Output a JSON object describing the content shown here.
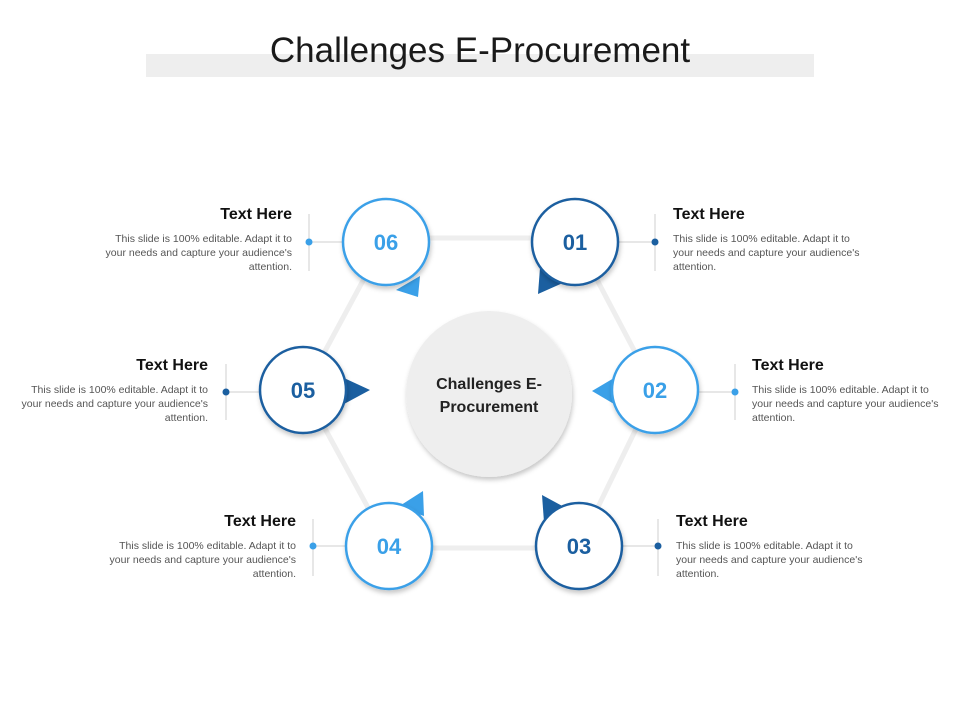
{
  "title": "Challenges E-Procurement",
  "center": {
    "line1": "Challenges E-",
    "line2": "Procurement"
  },
  "colors": {
    "dark": "#1b5fa0",
    "light": "#3aa0e8",
    "hex": "#eeeeee"
  },
  "steps": [
    {
      "number": "01",
      "heading": "Text Here",
      "body": "This slide is 100% editable. Adapt it to your needs and capture your audience's attention."
    },
    {
      "number": "02",
      "heading": "Text Here",
      "body": "This slide is 100% editable. Adapt it to your needs and capture your audience's attention."
    },
    {
      "number": "03",
      "heading": "Text Here",
      "body": "This slide is 100% editable. Adapt it to your needs and capture your audience's attention."
    },
    {
      "number": "04",
      "heading": "Text Here",
      "body": "This slide is 100% editable. Adapt it to your needs and capture your audience's attention."
    },
    {
      "number": "05",
      "heading": "Text Here",
      "body": "This slide is 100% editable. Adapt it to your needs and capture your audience's attention."
    },
    {
      "number": "06",
      "heading": "Text Here",
      "body": "This slide is 100% editable. Adapt it to your needs and capture your audience's attention."
    }
  ]
}
